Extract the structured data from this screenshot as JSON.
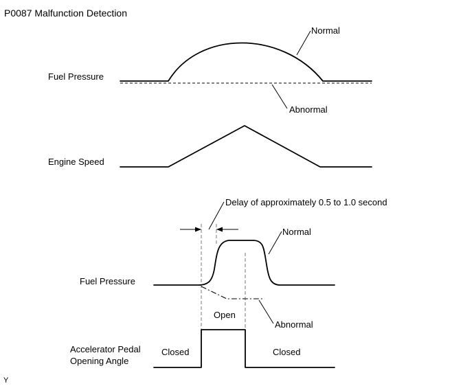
{
  "title": "P0087 Malfunction Detection",
  "top_chart": {
    "fuel_pressure_label": "Fuel Pressure",
    "normal_label": "Normal",
    "abnormal_label": "Abnormal",
    "engine_speed_label": "Engine Speed"
  },
  "bottom_chart": {
    "delay_label": "Delay of approximately 0.5 to 1.0 second",
    "normal_label": "Normal",
    "fuel_pressure_label": "Fuel Pressure",
    "abnormal_label": "Abnormal",
    "open_label": "Open",
    "accelerator_label_line1": "Accelerator Pedal",
    "accelerator_label_line2": "Opening Angle",
    "closed_left_label": "Closed",
    "closed_right_label": "Closed"
  },
  "corner_mark": "Y"
}
